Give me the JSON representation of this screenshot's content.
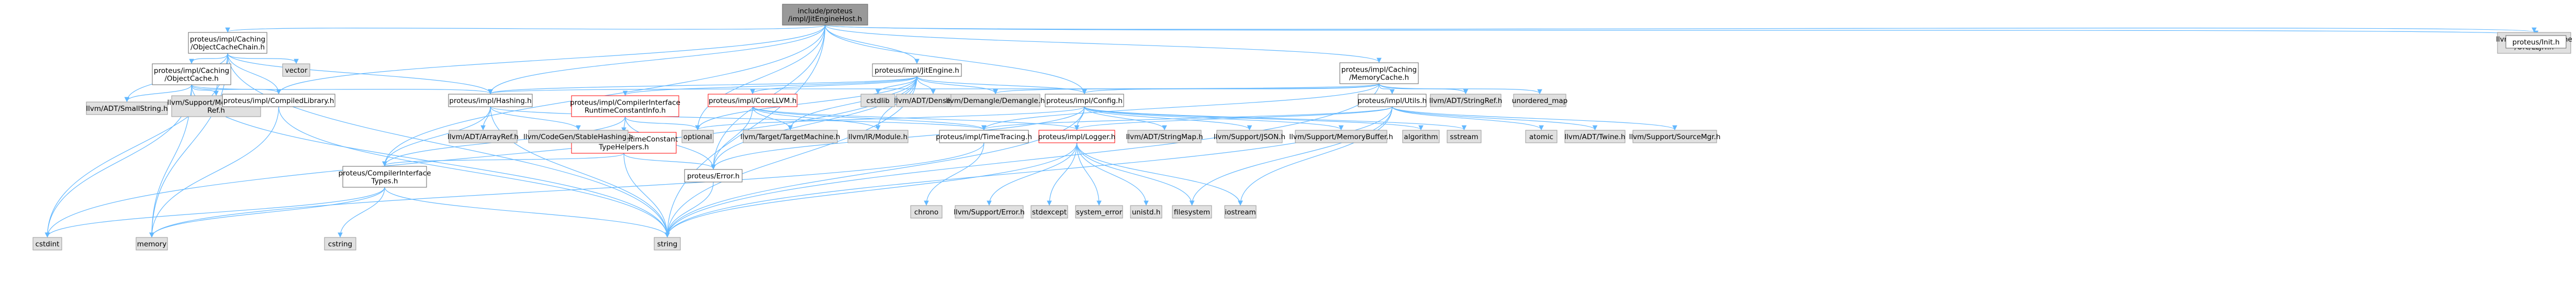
{
  "title": "include/proteus/impl/JitEngineHost.h include dependency graph",
  "colors": {
    "root_fill": "#999999",
    "node_fill": "#ffffff",
    "node_border": "#666666",
    "system_fill": "#e0e0e0",
    "system_border": "#999999",
    "red_border": "#ff0000",
    "edge": "#63b8ff"
  },
  "nodes": [
    {
      "id": "root",
      "lines": [
        "include/proteus",
        "/impl/JitEngineHost.h"
      ],
      "style": "root"
    },
    {
      "id": "objcachechain",
      "lines": [
        "proteus/impl/Caching",
        "/ObjectCacheChain.h"
      ],
      "style": "normal"
    },
    {
      "id": "vector",
      "lines": [
        "vector"
      ],
      "style": "system"
    },
    {
      "id": "objcache",
      "lines": [
        "proteus/impl/Caching",
        "/ObjectCache.h"
      ],
      "style": "normal"
    },
    {
      "id": "smallstring",
      "lines": [
        "llvm/ADT/SmallString.h"
      ],
      "style": "system"
    },
    {
      "id": "memorybufferref",
      "lines": [
        "llvm/Support/MemoryBuffer",
        "Ref.h"
      ],
      "style": "system"
    },
    {
      "id": "compiledlibrary",
      "lines": [
        "proteus/impl/CompiledLibrary.h"
      ],
      "style": "normal"
    },
    {
      "id": "hashing",
      "lines": [
        "proteus/impl/Hashing.h"
      ],
      "style": "normal"
    },
    {
      "id": "jitengine",
      "lines": [
        "proteus/impl/JitEngine.h"
      ],
      "style": "normal"
    },
    {
      "id": "cireconstinfo",
      "lines": [
        "proteus/impl/CompilerInterface",
        "RuntimeConstantInfo.h"
      ],
      "style": "red"
    },
    {
      "id": "runtimeconsttypehelpers",
      "lines": [
        "proteus/impl/RuntimeConstant",
        "TypeHelpers.h"
      ],
      "style": "red"
    },
    {
      "id": "coredllvm",
      "lines": [
        "proteus/impl/CoreLLVM.h"
      ],
      "style": "red"
    },
    {
      "id": "cstdlib",
      "lines": [
        "cstdlib"
      ],
      "style": "system"
    },
    {
      "id": "densemap",
      "lines": [
        "llvm/ADT/DenseMap.h"
      ],
      "style": "system"
    },
    {
      "id": "demangle",
      "lines": [
        "llvm/Demangle/Demangle.h"
      ],
      "style": "system"
    },
    {
      "id": "config",
      "lines": [
        "proteus/impl/Config.h"
      ],
      "style": "normal"
    },
    {
      "id": "memorycache",
      "lines": [
        "proteus/impl/Caching",
        "/MemoryCache.h"
      ],
      "style": "normal"
    },
    {
      "id": "utils",
      "lines": [
        "proteus/impl/Utils.h"
      ],
      "style": "normal"
    },
    {
      "id": "stringref",
      "lines": [
        "llvm/ADT/StringRef.h"
      ],
      "style": "system"
    },
    {
      "id": "unordered_map",
      "lines": [
        "unordered_map"
      ],
      "style": "system"
    },
    {
      "id": "executionengine",
      "lines": [
        "llvm/ExecutionEngine",
        "/Orc/LLJIT.h"
      ],
      "style": "system"
    },
    {
      "id": "init",
      "lines": [
        "proteus/Init.h"
      ],
      "style": "normal"
    },
    {
      "id": "arrayref",
      "lines": [
        "llvm/ADT/ArrayRef.h"
      ],
      "style": "system"
    },
    {
      "id": "stablehashing",
      "lines": [
        "llvm/CodeGen/StableHashing.h"
      ],
      "style": "system"
    },
    {
      "id": "optional",
      "lines": [
        "optional"
      ],
      "style": "system"
    },
    {
      "id": "targetmachine",
      "lines": [
        "llvm/Target/TargetMachine.h"
      ],
      "style": "system"
    },
    {
      "id": "irmodule",
      "lines": [
        "llvm/IR/Module.h"
      ],
      "style": "system"
    },
    {
      "id": "timetracing",
      "lines": [
        "proteus/impl/TimeTracing.h"
      ],
      "style": "normal"
    },
    {
      "id": "logger",
      "lines": [
        "proteus/impl/Logger.h"
      ],
      "style": "red"
    },
    {
      "id": "stringmap",
      "lines": [
        "llvm/ADT/StringMap.h"
      ],
      "style": "system"
    },
    {
      "id": "json",
      "lines": [
        "llvm/Support/JSON.h"
      ],
      "style": "system"
    },
    {
      "id": "memorybuffer",
      "lines": [
        "llvm/Support/MemoryBuffer.h"
      ],
      "style": "system"
    },
    {
      "id": "algorithm",
      "lines": [
        "algorithm"
      ],
      "style": "system"
    },
    {
      "id": "sstream",
      "lines": [
        "sstream"
      ],
      "style": "system"
    },
    {
      "id": "atomic",
      "lines": [
        "atomic"
      ],
      "style": "system"
    },
    {
      "id": "twine",
      "lines": [
        "llvm/ADT/Twine.h"
      ],
      "style": "system"
    },
    {
      "id": "sourcemgr",
      "lines": [
        "llvm/Support/SourceMgr.h"
      ],
      "style": "system"
    },
    {
      "id": "citypes",
      "lines": [
        "proteus/CompilerInterface",
        "Types.h"
      ],
      "style": "normal"
    },
    {
      "id": "error",
      "lines": [
        "proteus/Error.h"
      ],
      "style": "normal"
    },
    {
      "id": "chrono",
      "lines": [
        "chrono"
      ],
      "style": "system"
    },
    {
      "id": "supporterror",
      "lines": [
        "llvm/Support/Error.h"
      ],
      "style": "system"
    },
    {
      "id": "stdexcept",
      "lines": [
        "stdexcept"
      ],
      "style": "system"
    },
    {
      "id": "system_error",
      "lines": [
        "system_error"
      ],
      "style": "system"
    },
    {
      "id": "unistd",
      "lines": [
        "unistd.h"
      ],
      "style": "system"
    },
    {
      "id": "filesystem",
      "lines": [
        "filesystem"
      ],
      "style": "system"
    },
    {
      "id": "iostream",
      "lines": [
        "iostream"
      ],
      "style": "system"
    },
    {
      "id": "cstdint",
      "lines": [
        "cstdint"
      ],
      "style": "system"
    },
    {
      "id": "memory",
      "lines": [
        "memory"
      ],
      "style": "system"
    },
    {
      "id": "cstring",
      "lines": [
        "cstring"
      ],
      "style": "system"
    },
    {
      "id": "string",
      "lines": [
        "string"
      ],
      "style": "system"
    }
  ],
  "edges": [
    [
      "root",
      "objcachechain"
    ],
    [
      "root",
      "jitengine"
    ],
    [
      "root",
      "memorycache"
    ],
    [
      "root",
      "executionengine"
    ],
    [
      "root",
      "init"
    ],
    [
      "root",
      "compiledlibrary"
    ],
    [
      "root",
      "hashing"
    ],
    [
      "root",
      "config"
    ],
    [
      "root",
      "citypes"
    ],
    [
      "root",
      "error"
    ],
    [
      "root",
      "optional"
    ],
    [
      "root",
      "string"
    ],
    [
      "objcachechain",
      "vector"
    ],
    [
      "objcachechain",
      "objcache"
    ],
    [
      "objcachechain",
      "smallstring"
    ],
    [
      "objcachechain",
      "memorybufferref"
    ],
    [
      "objcachechain",
      "compiledlibrary"
    ],
    [
      "objcachechain",
      "hashing"
    ],
    [
      "objcachechain",
      "cstdint"
    ],
    [
      "objcachechain",
      "memory"
    ],
    [
      "objcachechain",
      "string"
    ],
    [
      "objcache",
      "smallstring"
    ],
    [
      "objcache",
      "memorybufferref"
    ],
    [
      "objcache",
      "compiledlibrary"
    ],
    [
      "objcache",
      "hashing"
    ],
    [
      "objcache",
      "cstdint"
    ],
    [
      "objcache",
      "memory"
    ],
    [
      "objcache",
      "string"
    ],
    [
      "compiledlibrary",
      "memory"
    ],
    [
      "compiledlibrary",
      "string"
    ],
    [
      "hashing",
      "arrayref"
    ],
    [
      "hashing",
      "stablehashing"
    ],
    [
      "hashing",
      "citypes"
    ],
    [
      "hashing",
      "string"
    ],
    [
      "hashing",
      "timetracing"
    ],
    [
      "jitengine",
      "hashing"
    ],
    [
      "jitengine",
      "cireconstinfo"
    ],
    [
      "jitengine",
      "coredllvm"
    ],
    [
      "jitengine",
      "cstdlib"
    ],
    [
      "jitengine",
      "densemap"
    ],
    [
      "jitengine",
      "demangle"
    ],
    [
      "jitengine",
      "config"
    ],
    [
      "jitengine",
      "targetmachine"
    ],
    [
      "jitengine",
      "irmodule"
    ],
    [
      "jitengine",
      "error"
    ],
    [
      "jitengine",
      "string"
    ],
    [
      "jitengine",
      "optional"
    ],
    [
      "jitengine",
      "cstdint"
    ],
    [
      "cireconstinfo",
      "runtimeconsttypehelpers"
    ],
    [
      "cireconstinfo",
      "citypes"
    ],
    [
      "cireconstinfo",
      "optional"
    ],
    [
      "cireconstinfo",
      "error"
    ],
    [
      "runtimeconsttypehelpers",
      "citypes"
    ],
    [
      "runtimeconsttypehelpers",
      "error"
    ],
    [
      "runtimeconsttypehelpers",
      "string"
    ],
    [
      "coredllvm",
      "irmodule"
    ],
    [
      "coredllvm",
      "targetmachine"
    ],
    [
      "coredllvm",
      "logger"
    ],
    [
      "coredllvm",
      "error"
    ],
    [
      "coredllvm",
      "timetracing"
    ],
    [
      "config",
      "stringmap"
    ],
    [
      "config",
      "json"
    ],
    [
      "config",
      "memorybuffer"
    ],
    [
      "config",
      "algorithm"
    ],
    [
      "config",
      "sstream"
    ],
    [
      "config",
      "logger"
    ],
    [
      "config",
      "error"
    ],
    [
      "config",
      "string"
    ],
    [
      "config",
      "optional"
    ],
    [
      "memorycache",
      "hashing"
    ],
    [
      "memorycache",
      "config"
    ],
    [
      "memorycache",
      "utils"
    ],
    [
      "memorycache",
      "stringref"
    ],
    [
      "memorycache",
      "unordered_map"
    ],
    [
      "memorycache",
      "demangle"
    ],
    [
      "memorycache",
      "timetracing"
    ],
    [
      "memorycache",
      "string"
    ],
    [
      "utils",
      "atomic"
    ],
    [
      "utils",
      "twine"
    ],
    [
      "utils",
      "sourcemgr"
    ],
    [
      "utils",
      "logger"
    ],
    [
      "utils",
      "timetracing"
    ],
    [
      "utils",
      "filesystem"
    ],
    [
      "utils",
      "iostream"
    ],
    [
      "utils",
      "string"
    ],
    [
      "timetracing",
      "chrono"
    ],
    [
      "timetracing",
      "memory"
    ],
    [
      "logger",
      "supporterror"
    ],
    [
      "logger",
      "stdexcept"
    ],
    [
      "logger",
      "system_error"
    ],
    [
      "logger",
      "unistd"
    ],
    [
      "logger",
      "filesystem"
    ],
    [
      "logger",
      "iostream"
    ],
    [
      "logger",
      "string"
    ],
    [
      "citypes",
      "cstdint"
    ],
    [
      "citypes",
      "cstring"
    ],
    [
      "citypes",
      "memory"
    ],
    [
      "citypes",
      "string"
    ],
    [
      "error",
      "string"
    ]
  ]
}
